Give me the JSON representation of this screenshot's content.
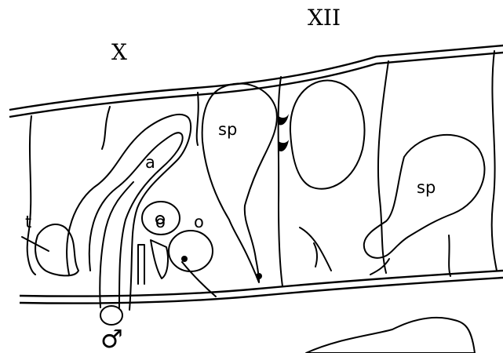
{
  "segments": {
    "x_label": "X",
    "xii_label": "XII"
  },
  "labels": {
    "t": "t",
    "a": "a",
    "o_left": "o",
    "o_right": "o",
    "sp_left": "sp",
    "sp_right": "sp",
    "male": "♂"
  }
}
